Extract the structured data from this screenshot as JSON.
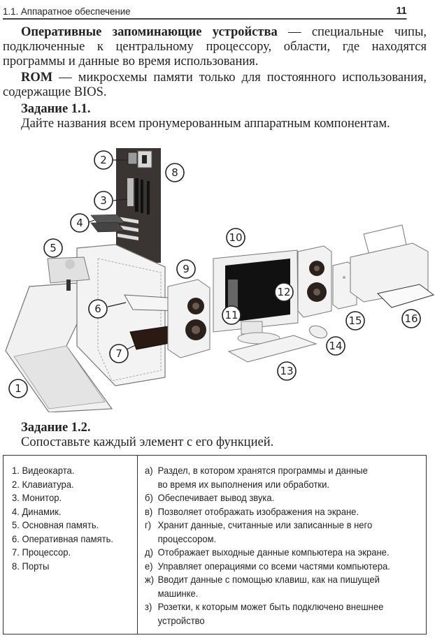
{
  "header": {
    "section": "1.1. Аппаратное обеспечение",
    "page_number": "11"
  },
  "body": {
    "p1_term": "Оперативные запоминающие устройства",
    "p1_text": " — специальные чипы, подключенные к центральному процессору, области, где находятся программы и данные во время использования.",
    "p2_term": "ROM",
    "p2_text": " — микросхемы памяти только для постоянного использования, содержащие BIOS."
  },
  "task1": {
    "title": "Задание 1.1.",
    "instruction": "Дайте названия всем пронумерованным аппаратным компонентам."
  },
  "diagram": {
    "callouts": [
      "1",
      "2",
      "3",
      "4",
      "5",
      "6",
      "7",
      "8",
      "9",
      "10",
      "11",
      "12",
      "13",
      "14",
      "15",
      "16"
    ]
  },
  "task2": {
    "title": "Задание 1.2.",
    "instruction": "Сопоставьте каждый элемент с его функцией.",
    "elements": [
      "1. Видеокарта.",
      "2. Клавиатура.",
      "3. Монитор.",
      "4. Динамик.",
      "5. Основная память.",
      "6. Оперативная память.",
      "7. Процессор.",
      "8. Порты"
    ],
    "functions": [
      {
        "letter": "а)",
        "lines": [
          "Раздел, в котором хранятся программы и данные",
          "во время их выполнения или обработки."
        ]
      },
      {
        "letter": "б)",
        "lines": [
          "Обеспечивает вывод звука."
        ]
      },
      {
        "letter": "в)",
        "lines": [
          "Позволяет отображать изображения на экране."
        ]
      },
      {
        "letter": "г)",
        "lines": [
          "Хранит данные, считанные или записанные в него",
          "процессором."
        ]
      },
      {
        "letter": "д)",
        "lines": [
          "Отображает выходные данные компьютера на экране."
        ]
      },
      {
        "letter": "е)",
        "lines": [
          "Управляет операциями со всеми частями компьютера."
        ]
      },
      {
        "letter": "ж)",
        "lines": [
          "Вводит данные с помощью клавиш, как на пишущей",
          "машинке."
        ]
      },
      {
        "letter": "з)",
        "lines": [
          "Розетки, к которым может быть подключено внешнее",
          "устройство"
        ]
      }
    ]
  }
}
